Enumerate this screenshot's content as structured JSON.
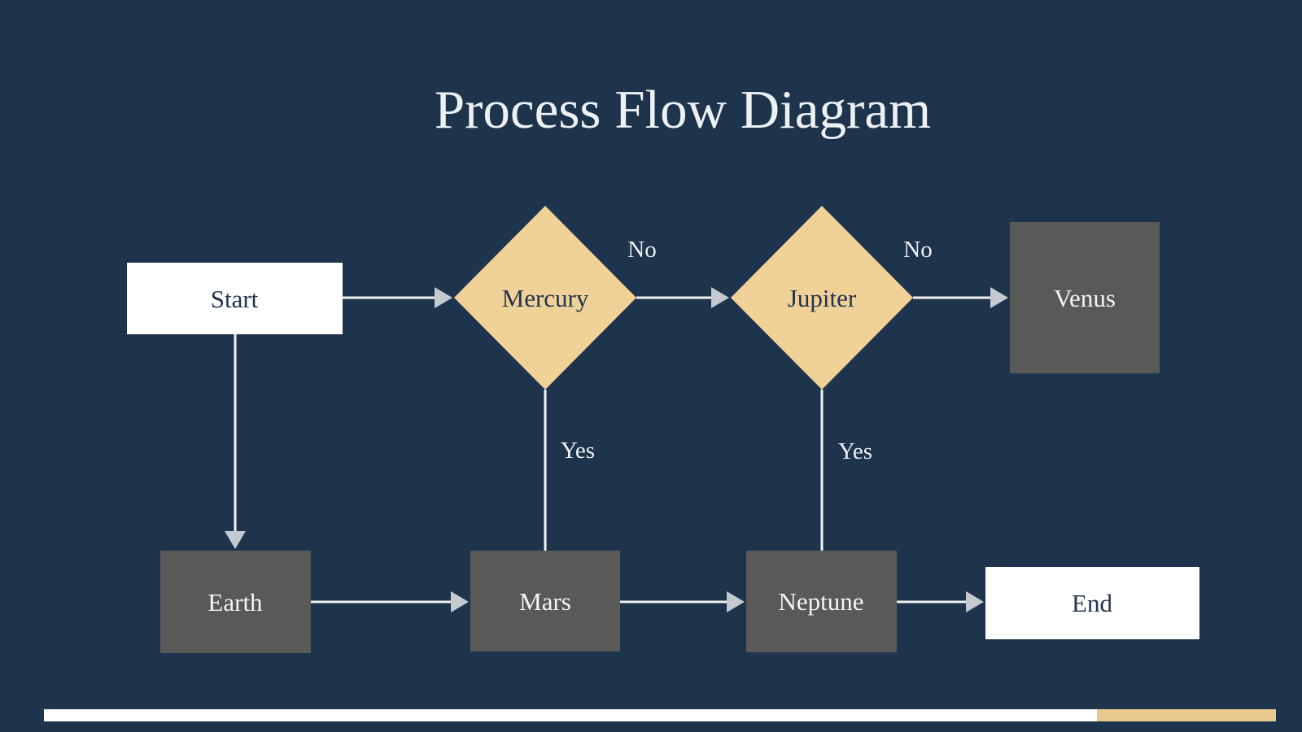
{
  "title": "Process Flow Diagram",
  "colors": {
    "background": "#1e334c",
    "title_text": "#eef1f4",
    "node_white_fill": "#ffffff",
    "node_gray_fill": "#595957",
    "diamond_tan_fill": "#f0d298",
    "text_dark": "#22344d",
    "text_light": "#f5f5f3",
    "line": "#f2f2f2",
    "arrowhead": "#c5cad1",
    "progress_white": "#ffffff",
    "progress_tan": "#e9c98d"
  },
  "nodes": {
    "start": {
      "label": "Start",
      "type": "terminator"
    },
    "mercury": {
      "label": "Mercury",
      "type": "decision"
    },
    "jupiter": {
      "label": "Jupiter",
      "type": "decision"
    },
    "venus": {
      "label": "Venus",
      "type": "process"
    },
    "earth": {
      "label": "Earth",
      "type": "process"
    },
    "mars": {
      "label": "Mars",
      "type": "process"
    },
    "neptune": {
      "label": "Neptune",
      "type": "process"
    },
    "end": {
      "label": "End",
      "type": "terminator"
    }
  },
  "edge_labels": {
    "mercury_to_jupiter": "No",
    "jupiter_to_venus": "No",
    "mercury_to_mars": "Yes",
    "jupiter_to_neptune": "Yes"
  }
}
